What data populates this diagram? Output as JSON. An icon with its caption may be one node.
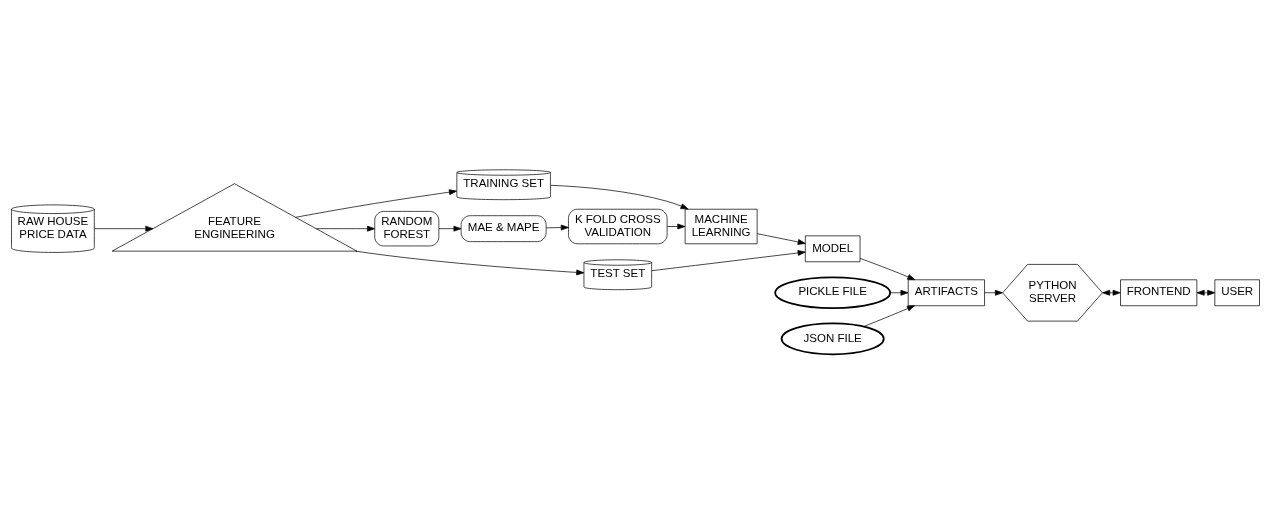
{
  "diagram": {
    "nodes": [
      {
        "text": [
          "RAW HOUSE PRICE DATA"
        ]
      },
      {
        "text": [
          "FEATURE ENGINEERING"
        ]
      },
      {
        "text": [
          "TRAINING SET"
        ]
      },
      {
        "text": [
          "MACHINE LEARNING"
        ]
      },
      {
        "text": [
          "RANDOM FOREST"
        ]
      },
      {
        "text": [
          "MAE & MAPE"
        ]
      },
      {
        "text": [
          "K FOLD CROSS VALIDATION"
        ]
      },
      {
        "text": [
          "TEST SET"
        ]
      },
      {
        "text": [
          "MODEL"
        ]
      },
      {
        "text": [
          "USER"
        ]
      },
      {
        "text": [
          "FRONTEND"
        ]
      },
      {
        "text": [
          "PYTHON SERVER"
        ]
      },
      {
        "text": [
          "ARTIFACTS"
        ]
      },
      {
        "text": [
          "PICKLE FILE"
        ]
      },
      {
        "text": [
          "JSON FILE"
        ]
      }
    ],
    "edges": [
      {
        "from": 0,
        "to": 1,
        "arrow": "to"
      },
      {
        "from": 1,
        "to": 2,
        "arrow": "to"
      },
      {
        "from": 2,
        "to": 3,
        "arrow": "to"
      },
      {
        "from": 1,
        "to": 4,
        "arrow": "to"
      },
      {
        "from": 4,
        "to": 5,
        "arrow": "to"
      },
      {
        "from": 5,
        "to": 6,
        "arrow": "to"
      },
      {
        "from": 6,
        "to": 3,
        "arrow": "to"
      },
      {
        "from": 1,
        "to": 7,
        "arrow": "to"
      },
      {
        "from": 7,
        "to": 8,
        "arrow": "to"
      },
      {
        "from": 3,
        "to": 8,
        "arrow": "to"
      },
      {
        "from": 8,
        "to": 12,
        "arrow": "to"
      },
      {
        "from": 13,
        "to": 12,
        "arrow": "to"
      },
      {
        "from": 14,
        "to": 12,
        "arrow": "to"
      },
      {
        "from": 12,
        "to": 11,
        "arrow": "to"
      },
      {
        "from": 11,
        "to": 10,
        "arrow": "both"
      },
      {
        "from": 10,
        "to": 9,
        "arrow": "both"
      }
    ]
  }
}
